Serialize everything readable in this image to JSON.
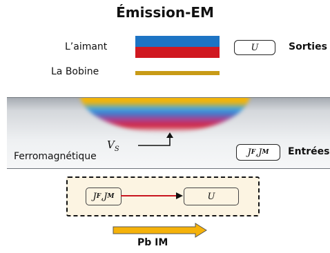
{
  "title": "Émission-EM",
  "legend": {
    "magnet_label": "L’aimant",
    "coil_label": "La Bobine",
    "colors": {
      "magnet_top": "#1d74c4",
      "magnet_bottom": "#d01820",
      "coil": "#c89b17"
    }
  },
  "outputs": {
    "box_text": "U",
    "label": "Sorties"
  },
  "domain": {
    "material_label": "Ferromagnétique",
    "surface_symbol": "V",
    "surface_subscript": "S",
    "inputs_box": {
      "j1": "J",
      "j1_sub": "F",
      "sep": ",",
      "j2": "J",
      "j2_sub": "M"
    },
    "inputs_label": "Entrées"
  },
  "problem": {
    "left_box": {
      "j1": "J",
      "j1_sub": "F",
      "sep": ",",
      "j2": "J",
      "j2_sub": "M"
    },
    "right_box": "U",
    "arrow_color": "#c8141e",
    "label": "Pb IM",
    "big_arrow_color": "#f5b20a"
  }
}
